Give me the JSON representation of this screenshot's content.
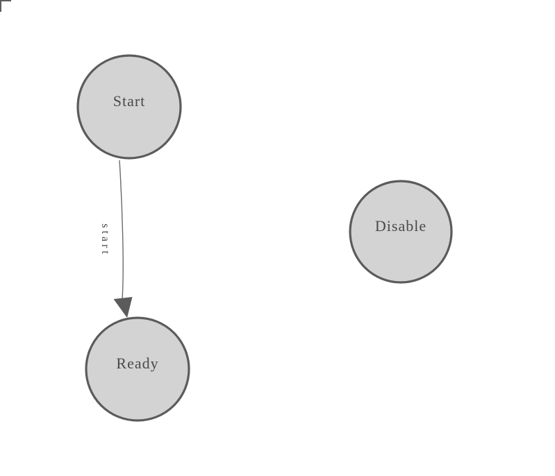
{
  "app": {
    "type": "state-machine-diagram",
    "background": "#ffffff"
  },
  "colors": {
    "node_fill": "#d3d3d3",
    "node_stroke": "#5b5b5b",
    "label_text": "#4a4a4a",
    "edge_stroke": "#6a6a6a",
    "arrow_fill": "#5b5b5b",
    "origin_mark": "#5b5b5b"
  },
  "diagram": {
    "nodes": [
      {
        "id": "start",
        "label": "Start"
      },
      {
        "id": "ready",
        "label": "Ready"
      },
      {
        "id": "disable",
        "label": "Disable"
      }
    ],
    "edges": [
      {
        "from": "start",
        "to": "ready",
        "label": "start"
      }
    ]
  }
}
